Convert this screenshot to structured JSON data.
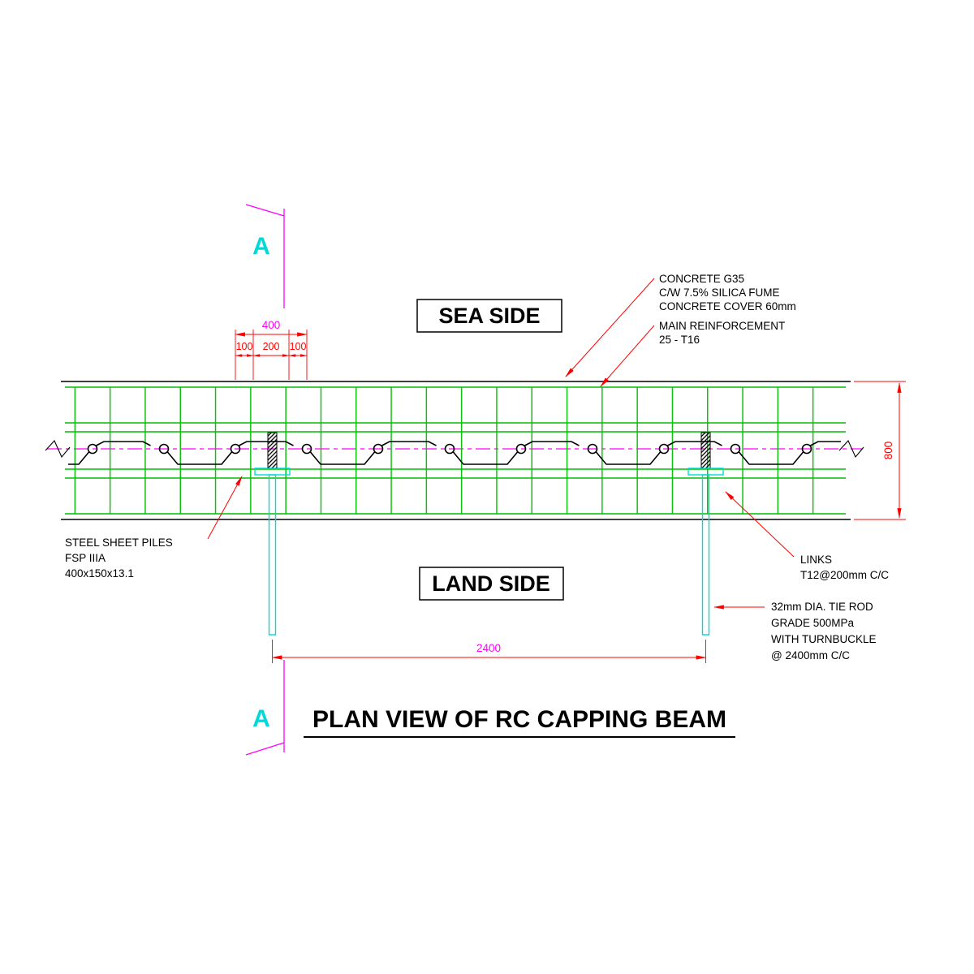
{
  "drawing_title": "PLAN VIEW OF RC CAPPING BEAM",
  "section": {
    "letter": "A"
  },
  "zones": {
    "sea": "SEA SIDE",
    "land": "LAND SIDE"
  },
  "notes": {
    "concrete": {
      "lines": [
        "CONCRETE G35",
        "C/W 7.5% SILICA FUME",
        "CONCRETE COVER 60mm"
      ]
    },
    "reinforcement": {
      "lines": [
        "MAIN REINFORCEMENT",
        "25 - T16"
      ]
    },
    "sheet_piles": {
      "lines": [
        "STEEL SHEET PILES",
        "FSP IIIA",
        "400x150x13.1"
      ]
    },
    "links": {
      "lines": [
        "LINKS",
        "T12@200mm C/C"
      ]
    },
    "tie_rod": {
      "lines": [
        "32mm DIA. TIE ROD",
        "GRADE 500MPa",
        "WITH TURNBUCKLE",
        "@ 2400mm C/C"
      ]
    }
  },
  "dimensions": {
    "pile_width": "400",
    "sub_left": "100",
    "sub_mid": "200",
    "sub_right": "100",
    "beam_depth": "800",
    "tie_rod_spacing": "2400"
  },
  "colors": {
    "rebar_green": "#00bf00",
    "dimension_red": "#ff0000",
    "centerline_magenta": "#ff00ff",
    "tie_rod_cyan": "#00d9d9",
    "section_cyan": "#00d9d9",
    "line_black": "#000000",
    "background": "#ffffff"
  }
}
